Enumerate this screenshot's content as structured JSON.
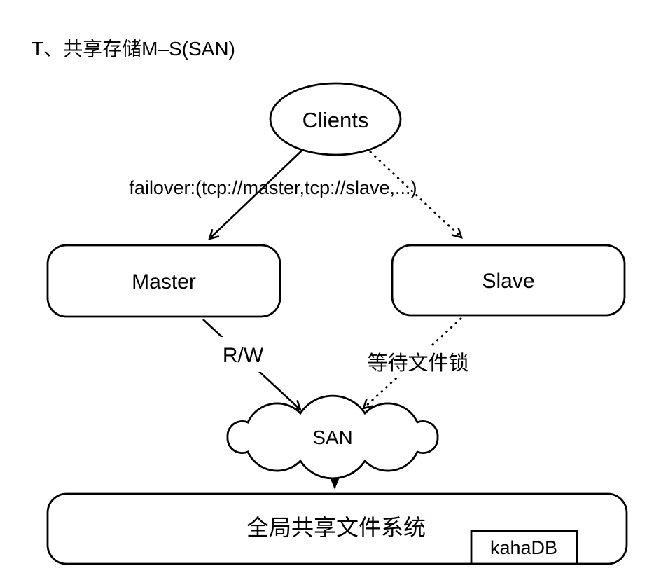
{
  "page": {
    "background_color": "#ffffff",
    "stroke_color": "#000000"
  },
  "title": "T、共享存储M–S(SAN)",
  "diagram": {
    "nodes": {
      "clients": "Clients",
      "master": "Master",
      "slave": "Slave",
      "san": "SAN",
      "filesystem": "全局共享文件系统",
      "kahadb": "kahaDB"
    },
    "edge_labels": {
      "failover": "failover:(tcp://master,tcp://slave,...)",
      "rw": "R/W",
      "wait_lock": "等待文件锁"
    }
  }
}
